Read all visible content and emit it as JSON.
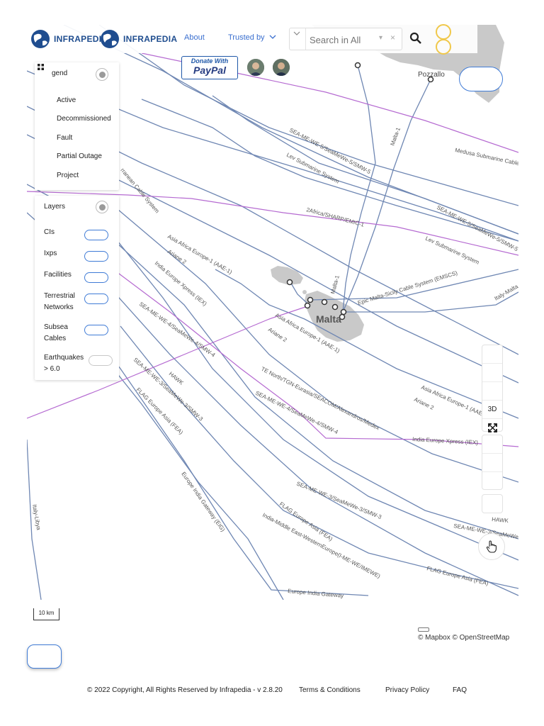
{
  "header": {
    "logo_text_1": "INFRAPEDIA",
    "logo_text_2": "INFRAPEDIA",
    "nav_about": "About",
    "nav_trusted": "Trusted by",
    "search_placeholder": "Search in All",
    "search_clear": "×"
  },
  "donate": {
    "line1": "Donate With",
    "line2": "PayPal"
  },
  "legend": {
    "title": "gend",
    "items": [
      "Active",
      "Decommissioned",
      "Fault",
      "Partial Outage",
      "Project"
    ]
  },
  "layers": {
    "title": "Layers",
    "items": [
      {
        "label": "CIs",
        "on": true
      },
      {
        "label": "Ixps",
        "on": true
      },
      {
        "label": "Facilities",
        "on": true
      },
      {
        "label": "Terrestrial Networks",
        "on": true
      },
      {
        "label": "Subsea Cables",
        "on": true
      },
      {
        "label": "Earthquakes > 6.0",
        "on": false
      }
    ]
  },
  "map": {
    "place_labels": [
      "Malta",
      "Pozzallo"
    ],
    "cable_labels": [
      "SEA-ME-WE-5/SeaMeWe-5/SMW-5",
      "Lev Submarine System",
      "Medusa Submarine Cable",
      "2Africa/SHARP/EMIC-1",
      "Malta-1",
      "Epic Malta-Sicily Cable System (EMSCS)",
      "Asia Africa Europe-1 (AAE-1)",
      "Ariane 2",
      "India Europe Xpress (IEX)",
      "TE North/TGN-Eurasia/SEACOM/Alexandros/Medex",
      "SEA-ME-WE-4/SeaMeWe-4/SMW-4",
      "SEA-ME-WE-3/SeaMeWe-3/SMW-3",
      "HAWK",
      "FLAG Europe Asia (FEA)",
      "Europe India Gateway (EIG)",
      "India-Middle East-WesternEurope(I-ME-WE/IMEWE)",
      "Italy-Libya",
      "Italy-Malta",
      "Europe India Gateway",
      "rranean Cable System",
      "Malta-1"
    ],
    "colors": {
      "active_cable": "#6f87b3",
      "project_cable": "#b56ad1",
      "land": "#c9c9c9",
      "water": "#ffffff"
    }
  },
  "controls": {
    "view_3d": "3D"
  },
  "scale": {
    "label": "10 km"
  },
  "attribution": {
    "text": "© Mapbox © OpenStreetMap"
  },
  "footer": {
    "copyright": "© 2022 Copyright, All Rights Reserved by Infrapedia  - v 2.8.20",
    "terms": "Terms & Conditions",
    "privacy": "Privacy Policy",
    "faq": "FAQ"
  }
}
